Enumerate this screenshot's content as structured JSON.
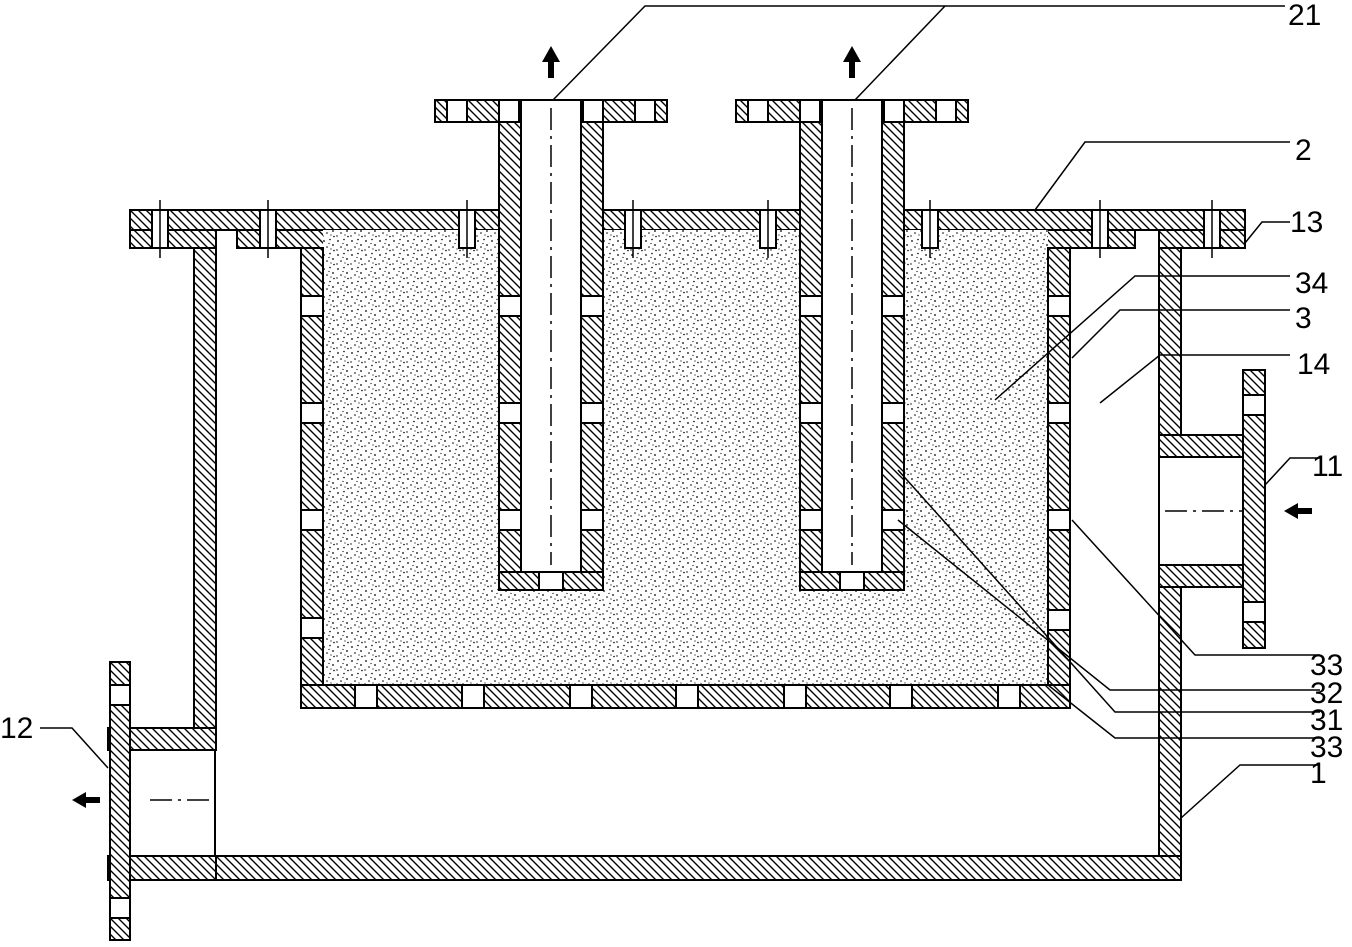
{
  "diagram": {
    "labels": [
      {
        "id": "label-21",
        "text": "21"
      },
      {
        "id": "label-2",
        "text": "2"
      },
      {
        "id": "label-13",
        "text": "13"
      },
      {
        "id": "label-34",
        "text": "34"
      },
      {
        "id": "label-3",
        "text": "3"
      },
      {
        "id": "label-14",
        "text": "14"
      },
      {
        "id": "label-11",
        "text": "11"
      },
      {
        "id": "label-33a",
        "text": "33"
      },
      {
        "id": "label-32",
        "text": "32"
      },
      {
        "id": "label-31",
        "text": "31"
      },
      {
        "id": "label-33b",
        "text": "33"
      },
      {
        "id": "label-1",
        "text": "1"
      },
      {
        "id": "label-12",
        "text": "12"
      }
    ],
    "colors": {
      "line": "#000000",
      "background": "#ffffff",
      "hatch": "#000000",
      "filter_media": "#000000"
    }
  }
}
